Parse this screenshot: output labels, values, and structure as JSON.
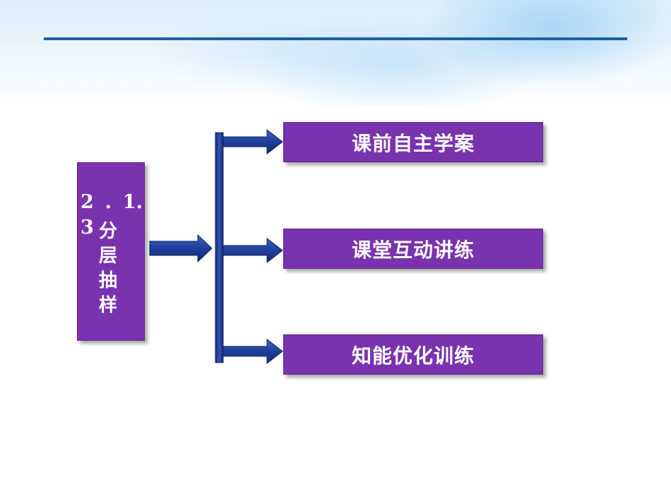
{
  "title": {
    "number_row1_left": "2",
    "number_row1_mid": ".",
    "number_row1_right": "1.",
    "number_row2": "3",
    "chars": [
      "分",
      "层",
      "抽",
      "样"
    ]
  },
  "items": [
    {
      "label": "课前自主学案"
    },
    {
      "label": "课堂互动讲练"
    },
    {
      "label": "知能优化训练"
    }
  ],
  "colors": {
    "box_fill": "#7a33ae",
    "arrow_fill": "#1f3f9a",
    "rule": "#1c5fa8"
  }
}
